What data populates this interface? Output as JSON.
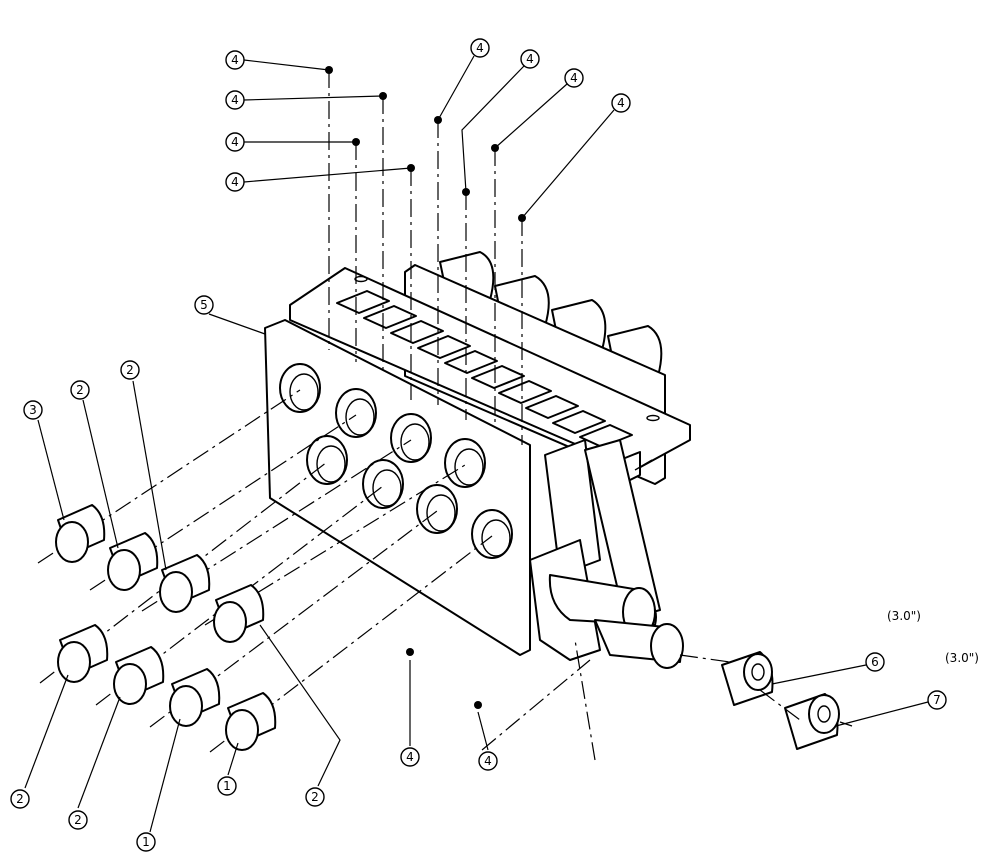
{
  "colors": {
    "line": "#000000",
    "paper": "#ffffff"
  },
  "callouts": [
    {
      "id": "4a",
      "label": "4"
    },
    {
      "id": "4b",
      "label": "4"
    },
    {
      "id": "4c",
      "label": "4"
    },
    {
      "id": "4d",
      "label": "4"
    },
    {
      "id": "4e",
      "label": "4"
    },
    {
      "id": "4f",
      "label": "4"
    },
    {
      "id": "4g",
      "label": "4"
    },
    {
      "id": "4h",
      "label": "4"
    },
    {
      "id": "4i",
      "label": "4"
    },
    {
      "id": "4j",
      "label": "4"
    },
    {
      "id": "5",
      "label": "5"
    },
    {
      "id": "3",
      "label": "3"
    },
    {
      "id": "2a",
      "label": "2"
    },
    {
      "id": "2b",
      "label": "2"
    },
    {
      "id": "2c",
      "label": "2"
    },
    {
      "id": "2d",
      "label": "2"
    },
    {
      "id": "2e",
      "label": "2"
    },
    {
      "id": "1a",
      "label": "1"
    },
    {
      "id": "1b",
      "label": "1"
    },
    {
      "id": "6",
      "label": "6"
    },
    {
      "id": "7",
      "label": "7"
    }
  ],
  "notes": {
    "part6_length": "(3.0\")",
    "part7_length": "(3.0\")"
  }
}
